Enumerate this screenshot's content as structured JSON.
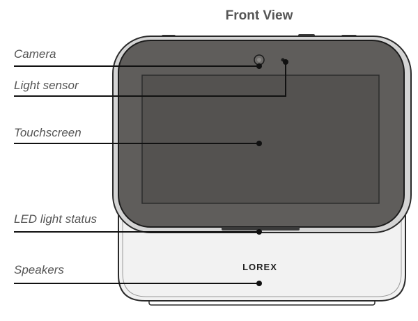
{
  "title": "Front View",
  "brand": "LOREX",
  "callouts": [
    {
      "id": "camera",
      "label": "Camera"
    },
    {
      "id": "light-sensor",
      "label": "Light sensor"
    },
    {
      "id": "touchscreen",
      "label": "Touchscreen"
    },
    {
      "id": "led-light-status",
      "label": "LED light status"
    },
    {
      "id": "speakers",
      "label": "Speakers"
    }
  ],
  "colors": {
    "screen_bezel": "#5f5d5b",
    "screen_display": "#545250",
    "body": "#f2f2f2",
    "outline": "#2a2a2a",
    "leader_line": "#111111",
    "label_text": "#555555"
  }
}
